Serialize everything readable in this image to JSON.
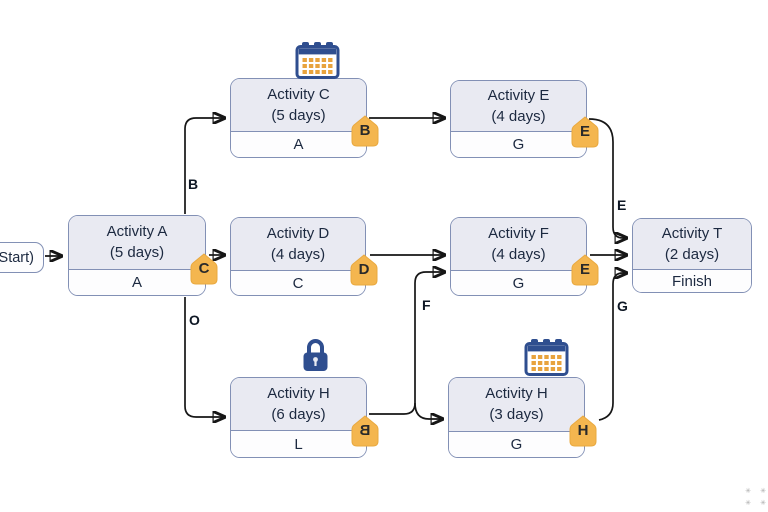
{
  "diagram": {
    "start_label": "Start)",
    "nodes": [
      {
        "key": "A",
        "title": "Activity A",
        "duration": "(5 days)",
        "footer": "A",
        "badge": "C",
        "icon": null
      },
      {
        "key": "C",
        "title": "Activity C",
        "duration": "(5 days)",
        "footer": "A",
        "badge": "B",
        "icon": "calendar"
      },
      {
        "key": "D",
        "title": "Activity D",
        "duration": "(4 days)",
        "footer": "C",
        "badge": "D",
        "icon": null
      },
      {
        "key": "E",
        "title": "Activity E",
        "duration": "(4 days)",
        "footer": "G",
        "badge": "E",
        "icon": null
      },
      {
        "key": "F",
        "title": "Activity F",
        "duration": "(4 days)",
        "footer": "G",
        "badge": "E",
        "icon": null
      },
      {
        "key": "T",
        "title": "Activity T",
        "duration": "(2 days)",
        "footer": "Finish",
        "badge": null,
        "icon": null
      },
      {
        "key": "H6",
        "title": "Activity H",
        "duration": "(6 days)",
        "footer": "L",
        "badge": "B",
        "badge_mirrored": true,
        "icon": "lock"
      },
      {
        "key": "H3",
        "title": "Activity H",
        "duration": "(3 days)",
        "footer": "G",
        "badge": "H",
        "icon": "calendar"
      }
    ],
    "edge_labels": [
      {
        "text": "B"
      },
      {
        "text": "O"
      },
      {
        "text": "F"
      },
      {
        "text": "E"
      },
      {
        "text": "G"
      }
    ],
    "colors": {
      "node_header_fill": "#e9eaf2",
      "node_body_fill": "#fdfdfe",
      "node_border": "#8290b5",
      "badge_fill": "#f4b64f",
      "badge_stroke": "#e9a93f",
      "icon_navy": "#2f4e8f",
      "icon_orange": "#e8a33d",
      "edge_color": "#161616",
      "text_color": "#1c2940"
    }
  },
  "watermark": {
    "glyph": "✳"
  }
}
